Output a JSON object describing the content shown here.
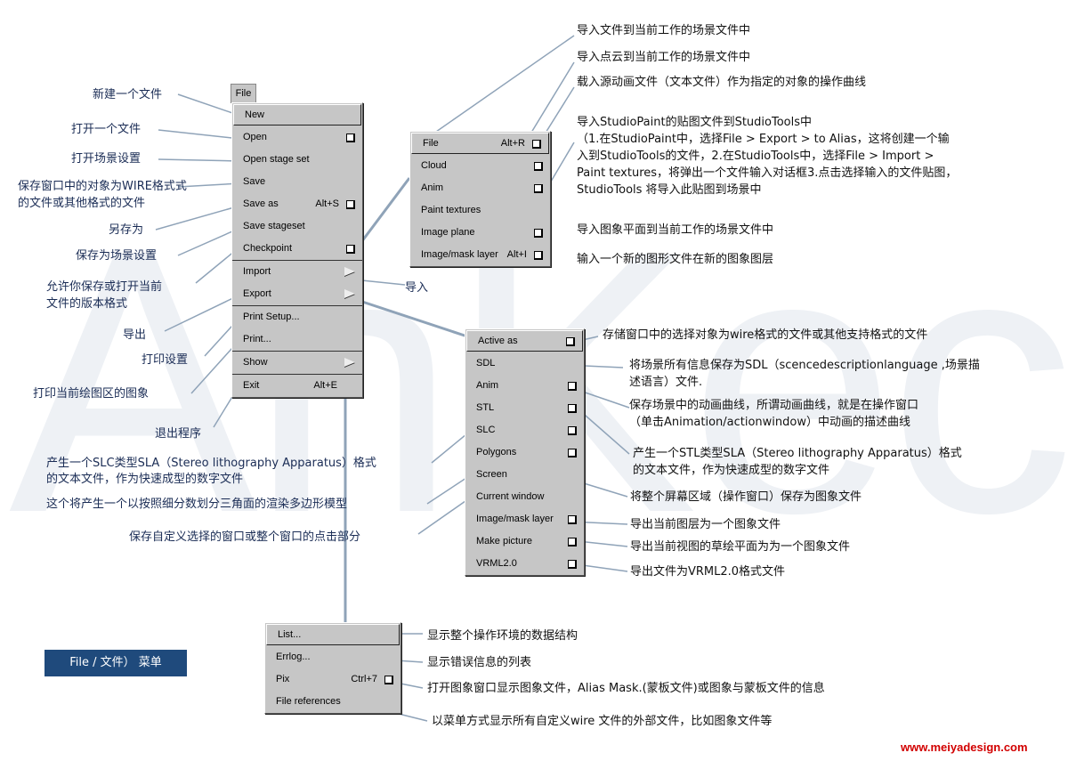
{
  "file_button": "File",
  "file_menu": [
    {
      "label": "New"
    },
    {
      "label": "Open",
      "box": true
    },
    {
      "label": "Open stage set"
    },
    {
      "label": "Save"
    },
    {
      "label": "Save as",
      "shortcut": "Alt+S",
      "box": true
    },
    {
      "label": "Save stageset"
    },
    {
      "label": "Checkpoint",
      "box": true
    },
    {
      "label": "Import",
      "submenu": true
    },
    {
      "label": "Export",
      "submenu": true
    },
    {
      "label": "Print Setup..."
    },
    {
      "label": "Print..."
    },
    {
      "label": "Show",
      "submenu": true
    },
    {
      "label": "Exit",
      "shortcut": "Alt+E"
    }
  ],
  "import_menu": [
    {
      "label": "File",
      "shortcut": "Alt+R"
    },
    {
      "label": "Cloud"
    },
    {
      "label": "Anim"
    },
    {
      "label": "Paint textures"
    },
    {
      "label": "Image plane"
    },
    {
      "label": "Image/mask layer",
      "shortcut": "Alt+I"
    }
  ],
  "export_menu": [
    {
      "label": "Active as"
    },
    {
      "label": "SDL"
    },
    {
      "label": "Anim"
    },
    {
      "label": "STL"
    },
    {
      "label": "SLC"
    },
    {
      "label": "Polygons"
    },
    {
      "label": "Screen"
    },
    {
      "label": "Current window"
    },
    {
      "label": "Image/mask layer"
    },
    {
      "label": "Make picture"
    },
    {
      "label": "VRML2.0"
    }
  ],
  "show_menu": [
    {
      "label": "List..."
    },
    {
      "label": "Errlog..."
    },
    {
      "label": "Pix",
      "shortcut": "Ctrl+7"
    },
    {
      "label": "File references"
    }
  ],
  "left_notes": {
    "new": "新建一个文件",
    "open": "打开一个文件",
    "open_stage": "打开场景设置",
    "save_1": "保存窗口中的对象为WIRE格式式",
    "save_2": "的文件或其他格式的文件",
    "save_as": "另存为",
    "save_stageset": "保存为场景设置",
    "checkpoint_1": "允许你保存或打开当前",
    "checkpoint_2": "文件的版本格式",
    "import": "导入",
    "export": "导出",
    "print_setup": "打印设置",
    "print": "打印当前绘图区的图象",
    "exit": "退出程序",
    "slc_1": "产生一个SLC类型SLA（Stereo lithography Apparatus）格式",
    "slc_2": "的文本文件，作为快速成型的数字文件",
    "polygons": "这个将产生一个以按照细分数划分三角面的渲染多边形模型",
    "current_window": "保存自定义选择的窗口或整个窗口的点击部分"
  },
  "import_notes": {
    "file": "导入文件到当前工作的场景文件中",
    "cloud": "导入点云到当前工作的场景文件中",
    "anim": "载入源动画文件（文本文件）作为指定的对象的操作曲线",
    "paint": [
      "导入StudioPaint的贴图文件到StudioTools中",
      "（1.在StudioPaint中，选择File > Export > to Alias，这将创建一个输",
      "入到StudioTools的文件，2.在StudioTools中，选择File > Import >",
      " Paint textures，将弹出一个文件输入对话框3.点击选择输入的文件贴图，",
      "StudioTools 将导入此贴图到场景中"
    ],
    "image_plane": "导入图象平面到当前工作的场景文件中",
    "image_mask": "输入一个新的图形文件在新的图象图层"
  },
  "export_notes": {
    "active_as": "存储窗口中的选择对象为wire格式的文件或其他支持格式的文件",
    "sdl_1": "将场景所有信息保存为SDL（scencedescriptionlanguage ,场景描",
    "sdl_2": "述语言）文件.",
    "anim_1": "保存场景中的动画曲线，所谓动画曲线，就是在操作窗口",
    "anim_2": "（单击Animation/actionwindow）中动画的描述曲线",
    "stl_1": "产生一个STL类型SLA（Stereo lithography Apparatus）格式",
    "stl_2": "的文本文件，作为快速成型的数字文件",
    "screen": "将整个屏幕区域（操作窗口）保存为图象文件",
    "image_mask": "导出当前图层为一个图象文件",
    "make_picture": "导出当前视图的草绘平面为为一个图象文件",
    "vrml": "导出文件为VRML2.0格式文件"
  },
  "show_notes": {
    "list": "显示整个操作环境的数据结构",
    "errlog": "显示错误信息的列表",
    "pix": "打开图象窗口显示图象文件，Alias Mask.(蒙板文件)或图象与蒙板文件的信息",
    "file_refs": "以菜单方式显示所有自定义wire 文件的外部文件，比如图象文件等"
  },
  "title": "File / 文件） 菜单",
  "watermark": "AnKec",
  "site": "www.meiyadesign.com"
}
